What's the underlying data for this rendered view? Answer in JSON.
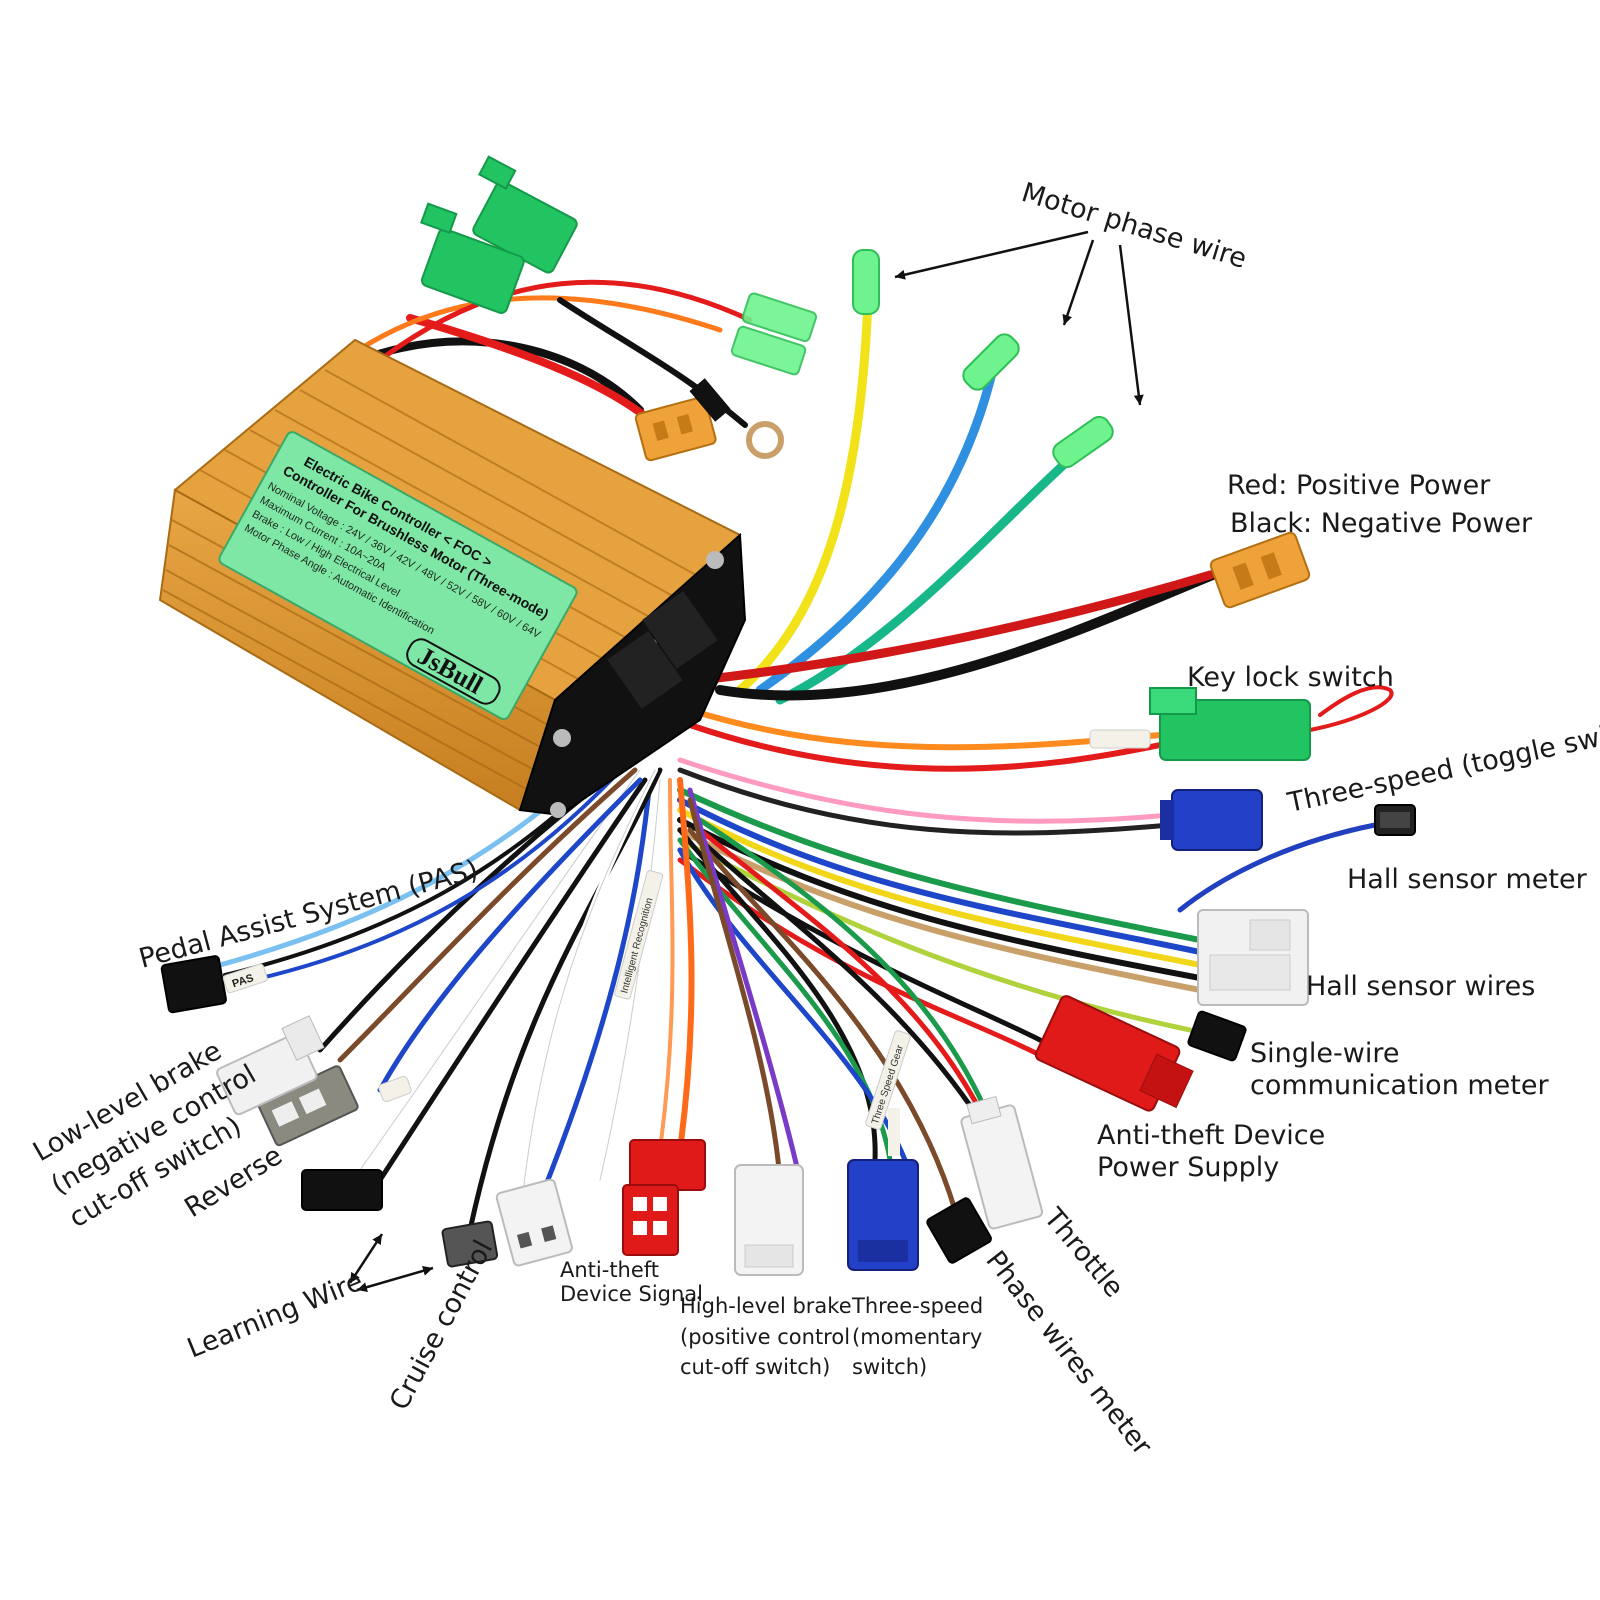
{
  "controller": {
    "title": "Electric Bike Controller < FOC >",
    "subtitle": "Controller For Brushless Motor (Three-mode)",
    "spec_voltage": "Nominal Voltage : 24V / 36V / 42V / 48V / 52V / 58V / 60V / 64V",
    "spec_current": "Maximum Current : 10A~20A",
    "spec_brake": "Brake : Low / High Electrical Level",
    "spec_phase": "Motor Phase Angle : Automatic Identification",
    "brand": "JsBull"
  },
  "labels": {
    "motor_phase_wire": "Motor phase wire",
    "power_red": "Red: Positive Power",
    "power_black": "Black: Negative Power",
    "key_lock": "Key lock switch",
    "three_speed_toggle": "Three-speed (toggle switch)",
    "hall_meter": "Hall sensor meter",
    "hall_wires": "Hall sensor wires",
    "single_wire_1": "Single-wire",
    "single_wire_2": "communication meter",
    "antitheft_power_1": "Anti-theft Device",
    "antitheft_power_2": "Power Supply",
    "throttle": "Throttle",
    "phase_meter": "Phase wires meter",
    "three_speed_mom_1": "Three-speed",
    "three_speed_mom_2": "(momentary",
    "three_speed_mom_3": "switch)",
    "high_brake_1": "High-level brake",
    "high_brake_2": "(positive control",
    "high_brake_3": "cut-off switch)",
    "antitheft_signal_1": "Anti-theft",
    "antitheft_signal_2": "Device Signal",
    "cruise": "Cruise control",
    "learning": "Learning Wire",
    "reverse": "Reverse",
    "low_brake_1": "Low-level brake",
    "low_brake_2": "(negative control",
    "low_brake_3": "cut-off switch)",
    "pas": "Pedal Assist System (PAS)"
  },
  "tags": {
    "pas": "PAS",
    "three_speed": "Three Speed Gear",
    "learning": "Intelligent Recognition"
  },
  "colors": {
    "housing": "#d8932e",
    "plate": "#7fe7a6",
    "connector_green": "#22c462",
    "connector_blue": "#2340c8",
    "connector_red": "#e01919",
    "xt60": "#f0a23a"
  }
}
